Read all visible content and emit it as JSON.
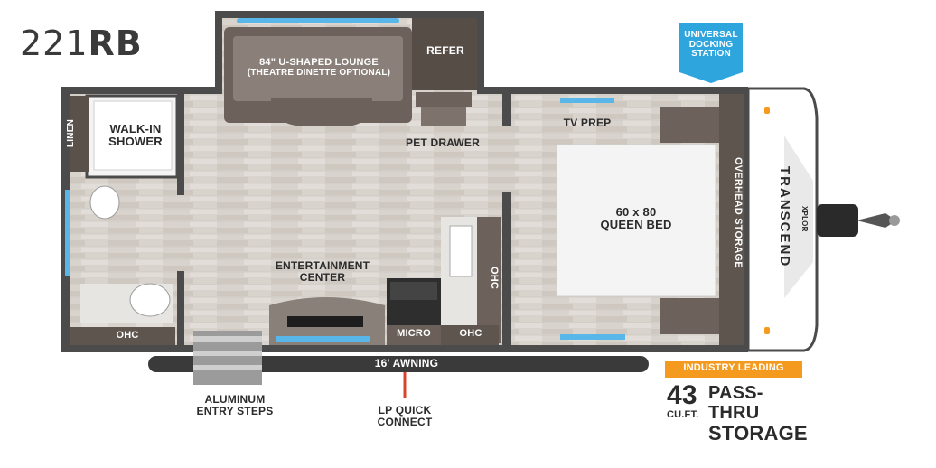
{
  "title": {
    "model_number": "221",
    "model_suffix": "RB"
  },
  "brand": {
    "name": "TRANSCEND",
    "sub": "XPLOR"
  },
  "badges": {
    "universal_docking": [
      "UNIVERSAL",
      "DOCKING",
      "STATION"
    ],
    "industry_leading": "INDUSTRY LEADING",
    "pass_thru_number": "43",
    "pass_thru_unit": "CU.FT.",
    "pass_thru_text": [
      "PASS-THRU",
      "STORAGE"
    ]
  },
  "rooms": {
    "lounge": [
      "84\" U-SHAPED LOUNGE",
      "(THEATRE DINETTE OPTIONAL)"
    ],
    "refer": "REFER",
    "linen": "LINEN",
    "shower": [
      "WALK-IN",
      "SHOWER"
    ],
    "pet_drawer": "PET DRAWER",
    "tv_prep": "TV PREP",
    "bed": [
      "60 x 80",
      "QUEEN BED"
    ],
    "overhead_storage": "OVERHEAD STORAGE",
    "entertainment": [
      "ENTERTAINMENT",
      "CENTER"
    ],
    "ohc_kitchen_side": "OHC",
    "micro": "MICRO",
    "ohc_kitchen": "OHC",
    "ohc_bath": "OHC"
  },
  "exterior": {
    "awning": "16' AWNING",
    "steps": [
      "ALUMINUM",
      "ENTRY STEPS"
    ],
    "lp": [
      "LP QUICK",
      "CONNECT"
    ]
  },
  "colors": {
    "wall": "#4a4a4a",
    "floor": "#d8d2cc",
    "cabinet": "#5e554f",
    "bed": "#f2f2f2",
    "accent_blue": "#58b6e8",
    "orange": "#f39a1f",
    "badge_blue": "#2fa5de"
  }
}
